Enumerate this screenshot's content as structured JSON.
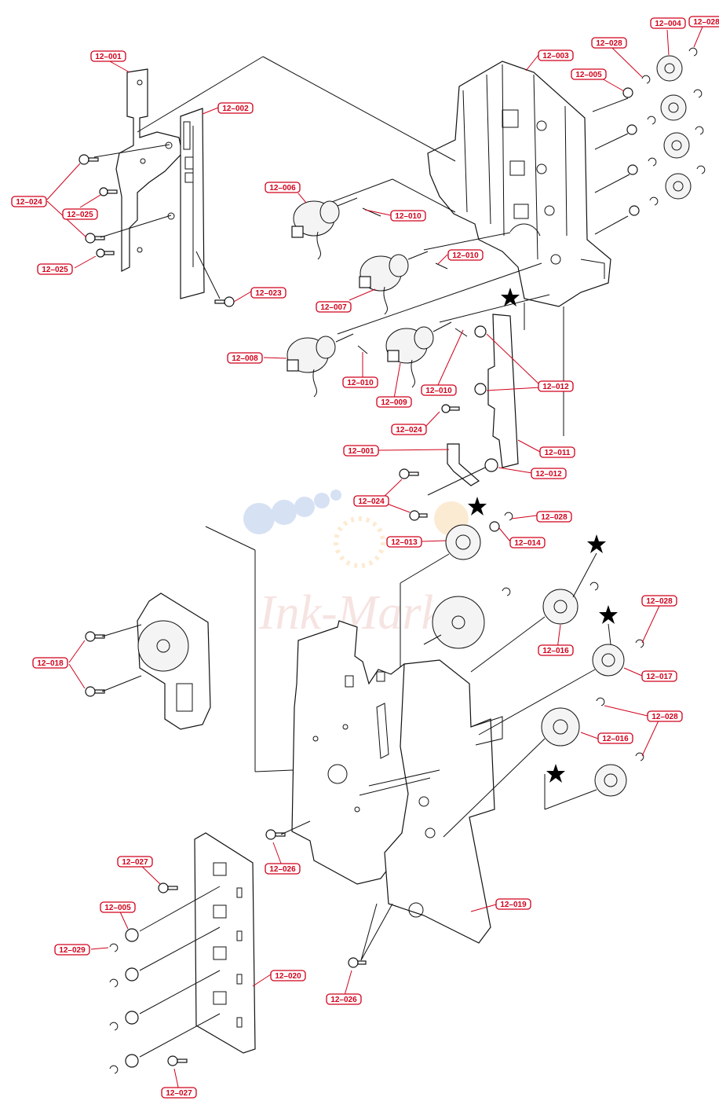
{
  "callouts": [
    {
      "id": "c01",
      "label": "12–001"
    },
    {
      "id": "c02",
      "label": "12–002"
    },
    {
      "id": "c03",
      "label": "12–003"
    },
    {
      "id": "c04",
      "label": "12–004"
    },
    {
      "id": "c05",
      "label": "12–028"
    },
    {
      "id": "c06",
      "label": "12–028"
    },
    {
      "id": "c07",
      "label": "12–005"
    },
    {
      "id": "c08",
      "label": "12–006"
    },
    {
      "id": "c09",
      "label": "12–010"
    },
    {
      "id": "c10",
      "label": "12–010"
    },
    {
      "id": "c11",
      "label": "12–007"
    },
    {
      "id": "c12",
      "label": "12–024"
    },
    {
      "id": "c13",
      "label": "12–025"
    },
    {
      "id": "c14",
      "label": "12–025"
    },
    {
      "id": "c15",
      "label": "12–023"
    },
    {
      "id": "c16",
      "label": "12–008"
    },
    {
      "id": "c17",
      "label": "12–010"
    },
    {
      "id": "c18",
      "label": "12–009"
    },
    {
      "id": "c19",
      "label": "12–010"
    },
    {
      "id": "c20",
      "label": "12–012"
    },
    {
      "id": "c21",
      "label": "12–024"
    },
    {
      "id": "c22",
      "label": "12–001"
    },
    {
      "id": "c23",
      "label": "12–011"
    },
    {
      "id": "c24",
      "label": "12–012"
    },
    {
      "id": "c25",
      "label": "12–024"
    },
    {
      "id": "c26",
      "label": "12–028"
    },
    {
      "id": "c27",
      "label": "12–013"
    },
    {
      "id": "c28",
      "label": "12–014"
    },
    {
      "id": "c29",
      "label": "12–028"
    },
    {
      "id": "c30",
      "label": "12–018"
    },
    {
      "id": "c31",
      "label": "12–016"
    },
    {
      "id": "c32",
      "label": "12–017"
    },
    {
      "id": "c33",
      "label": "12–028"
    },
    {
      "id": "c34",
      "label": "12–016"
    },
    {
      "id": "c35",
      "label": "12–027"
    },
    {
      "id": "c36",
      "label": "12–026"
    },
    {
      "id": "c37",
      "label": "12–005"
    },
    {
      "id": "c38",
      "label": "12–019"
    },
    {
      "id": "c39",
      "label": "12–029"
    },
    {
      "id": "c40",
      "label": "12–020"
    },
    {
      "id": "c41",
      "label": "12–026"
    },
    {
      "id": "c42",
      "label": "12–027"
    }
  ],
  "watermark": {
    "text": "Ink-Market",
    "colors": [
      "#4a7bd0",
      "#f2a93b"
    ]
  },
  "colors": {
    "callout": "#d0021b",
    "line": "#111111",
    "star": "#000000"
  }
}
